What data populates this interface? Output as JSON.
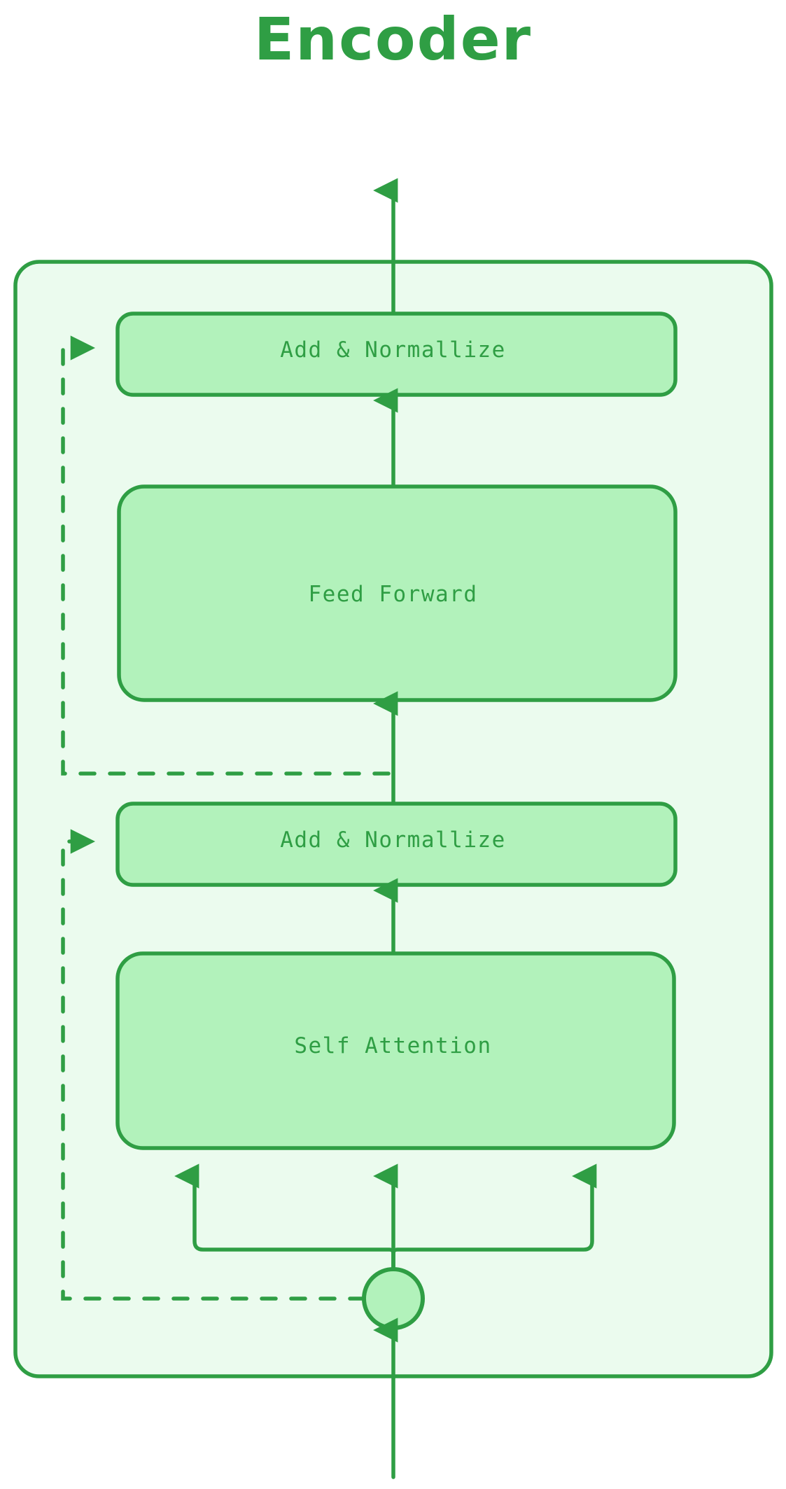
{
  "title": "Encoder",
  "colors": {
    "stroke": "#2f9e44",
    "node_fill": "#b2f2bb",
    "container_fill": "#ebfbee",
    "text": "#2f9e44",
    "page_background": "#ffffff"
  },
  "container": {
    "name": "encoder-block"
  },
  "nodes": [
    {
      "id": "add-norm-top",
      "label": "Add & Normallize",
      "shape": "rounded-rect"
    },
    {
      "id": "feed-forward",
      "label": "Feed Forward",
      "shape": "rounded-rect"
    },
    {
      "id": "add-norm-bottom",
      "label": "Add & Normallize",
      "shape": "rounded-rect"
    },
    {
      "id": "self-attention",
      "label": "Self Attention",
      "shape": "rounded-rect"
    },
    {
      "id": "input-junction",
      "label": "",
      "shape": "circle"
    }
  ],
  "edges": [
    {
      "id": "output-arrow",
      "from": "add-norm-top",
      "to": "outside-top",
      "style": "solid",
      "arrow": true
    },
    {
      "id": "feedforward-to-addnorm-top",
      "from": "feed-forward",
      "to": "add-norm-top",
      "style": "solid",
      "arrow": true
    },
    {
      "id": "addnorm-bottom-to-feedforward",
      "from": "add-norm-bottom",
      "to": "feed-forward",
      "style": "solid",
      "arrow": true
    },
    {
      "id": "selfattention-to-addnorm-bottom",
      "from": "self-attention",
      "to": "add-norm-bottom",
      "style": "solid",
      "arrow": true
    },
    {
      "id": "residual-upper",
      "from": "addnorm-bottom-path",
      "to": "add-norm-top",
      "style": "dashed",
      "arrow": true
    },
    {
      "id": "residual-lower",
      "from": "input-junction",
      "to": "add-norm-bottom",
      "style": "dashed",
      "arrow": true
    },
    {
      "id": "junction-query",
      "from": "input-junction",
      "to": "self-attention",
      "style": "solid",
      "arrow": true
    },
    {
      "id": "junction-key",
      "from": "input-junction",
      "to": "self-attention",
      "style": "solid",
      "arrow": true
    },
    {
      "id": "junction-value",
      "from": "input-junction",
      "to": "self-attention",
      "style": "solid",
      "arrow": true
    },
    {
      "id": "input-arrow",
      "from": "outside-bottom",
      "to": "input-junction",
      "style": "solid",
      "arrow": true
    }
  ]
}
